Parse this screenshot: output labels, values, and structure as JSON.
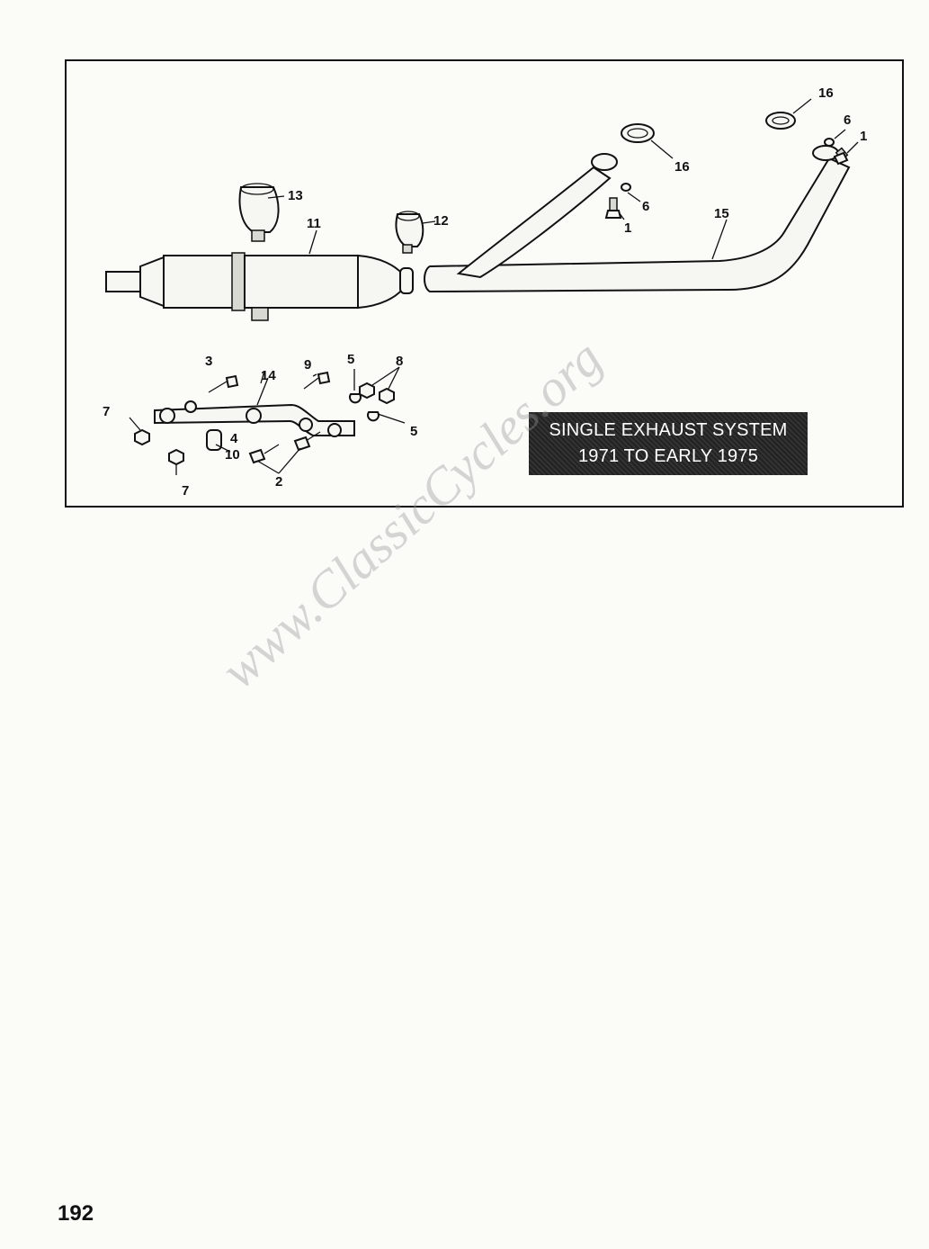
{
  "diagram": {
    "title_lines": [
      "SINGLE EXHAUST SYSTEM",
      "1971 TO EARLY 1975"
    ],
    "callouts": {
      "c1a": "1",
      "c1b": "1",
      "c2": "2",
      "c3": "3",
      "c4": "4",
      "c5a": "5",
      "c5b": "5",
      "c6a": "6",
      "c6b": "6",
      "c7a": "7",
      "c7b": "7",
      "c8": "8",
      "c9": "9",
      "c10": "10",
      "c11": "11",
      "c12": "12",
      "c13": "13",
      "c14": "14",
      "c15": "15",
      "c16a": "16",
      "c16b": "16"
    }
  },
  "watermark": "www.ClassicCycles.org",
  "page_number": "192"
}
